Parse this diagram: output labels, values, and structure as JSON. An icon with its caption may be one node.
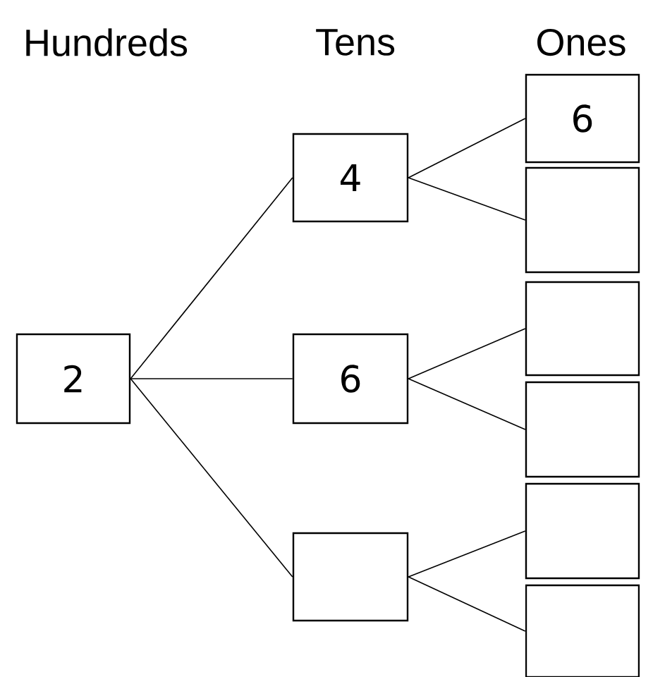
{
  "diagram": {
    "nodes": [
      {
        "text": [
          "2"
        ]
      },
      {
        "text": [
          "4"
        ]
      },
      {
        "text": [
          "6"
        ]
      },
      {
        "text": [],
        "shape": "box"
      },
      {
        "text": [
          "6"
        ]
      },
      {
        "text": [],
        "shape": "box"
      },
      {
        "text": [],
        "shape": "box"
      },
      {
        "text": [],
        "shape": "box"
      },
      {
        "text": [],
        "shape": "box"
      },
      {
        "text": [],
        "shape": "box"
      }
    ],
    "edges": [
      {
        "from": 0,
        "to": 1,
        "arrow": "none"
      },
      {
        "from": 0,
        "to": 2,
        "arrow": "none"
      },
      {
        "from": 0,
        "to": 3,
        "arrow": "none"
      },
      {
        "from": 1,
        "to": 4,
        "arrow": "none"
      },
      {
        "from": 1,
        "to": 5,
        "arrow": "none"
      },
      {
        "from": 2,
        "to": 6,
        "arrow": "none"
      },
      {
        "from": 2,
        "to": 7,
        "arrow": "none"
      },
      {
        "from": 3,
        "to": 8,
        "arrow": "none"
      },
      {
        "from": 3,
        "to": 9,
        "arrow": "none"
      }
    ],
    "labels": [
      "Hundreds",
      "Tens",
      "Ones"
    ]
  }
}
